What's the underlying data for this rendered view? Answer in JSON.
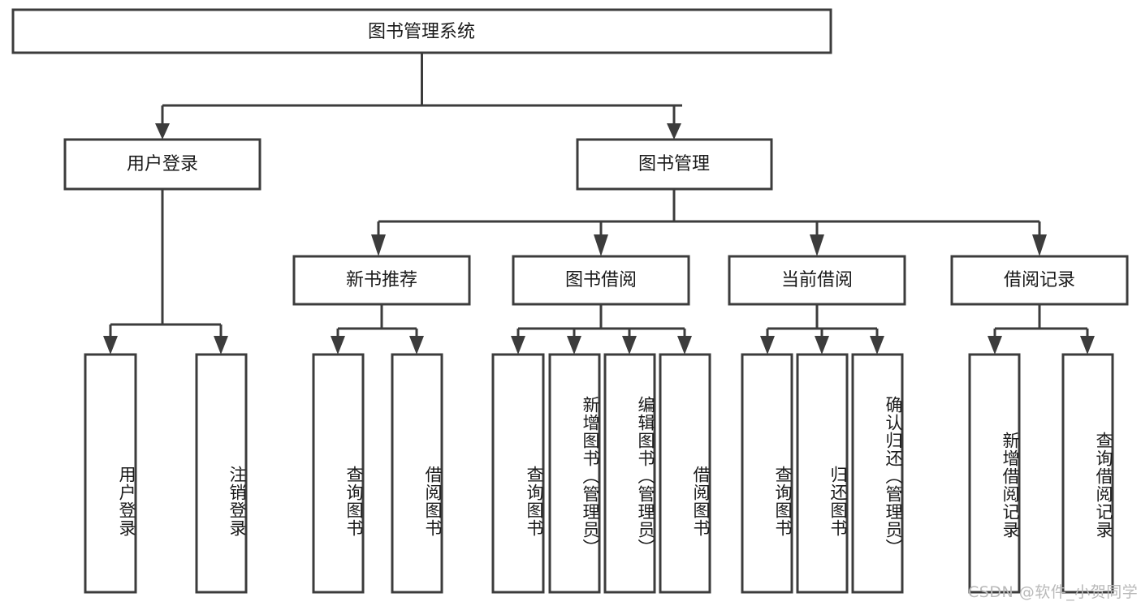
{
  "diagram": {
    "title": "图书管理系统",
    "root": {
      "id": "root",
      "label": "图书管理系统",
      "level": 1
    },
    "level2": [
      {
        "id": "user-login",
        "label": "用户登录"
      },
      {
        "id": "book-manage",
        "label": "图书管理"
      }
    ],
    "level3": [
      {
        "id": "new-book-recommend",
        "label": "新书推荐",
        "parent": "book-manage"
      },
      {
        "id": "book-borrow",
        "label": "图书借阅",
        "parent": "book-manage"
      },
      {
        "id": "current-borrow",
        "label": "当前借阅",
        "parent": "book-manage"
      },
      {
        "id": "borrow-record",
        "label": "借阅记录",
        "parent": "book-manage"
      }
    ],
    "leaves": [
      {
        "id": "leaf-user-login",
        "label": "用户登录",
        "parent": "user-login"
      },
      {
        "id": "leaf-logout-login",
        "label": "注销登录",
        "parent": "user-login"
      },
      {
        "id": "leaf-query-book-1",
        "label": "查询图书",
        "parent": "new-book-recommend"
      },
      {
        "id": "leaf-borrow-book-1",
        "label": "借阅图书",
        "parent": "new-book-recommend"
      },
      {
        "id": "leaf-query-book-2",
        "label": "查询图书",
        "parent": "book-borrow"
      },
      {
        "id": "leaf-add-book",
        "label": "新增图书（管理员）",
        "parent": "book-borrow"
      },
      {
        "id": "leaf-edit-book",
        "label": "编辑图书（管理员）",
        "parent": "book-borrow"
      },
      {
        "id": "leaf-borrow-book-2",
        "label": "借阅图书",
        "parent": "book-borrow"
      },
      {
        "id": "leaf-query-book-3",
        "label": "查询图书",
        "parent": "current-borrow"
      },
      {
        "id": "leaf-return-book",
        "label": "归还图书",
        "parent": "current-borrow"
      },
      {
        "id": "leaf-confirm-return",
        "label": "确认归还（管理员）",
        "parent": "current-borrow"
      },
      {
        "id": "leaf-add-record",
        "label": "新增借阅记录",
        "parent": "borrow-record"
      },
      {
        "id": "leaf-query-record",
        "label": "查询借阅记录",
        "parent": "borrow-record"
      }
    ],
    "colors": {
      "stroke": "#3c3c3c",
      "box_fill": "#ffffff",
      "text": "#1a1a1a",
      "background": "#ffffff",
      "watermark": "#b9b9b9"
    }
  },
  "watermark": {
    "text": "CSDN @软件_小贺同学"
  }
}
